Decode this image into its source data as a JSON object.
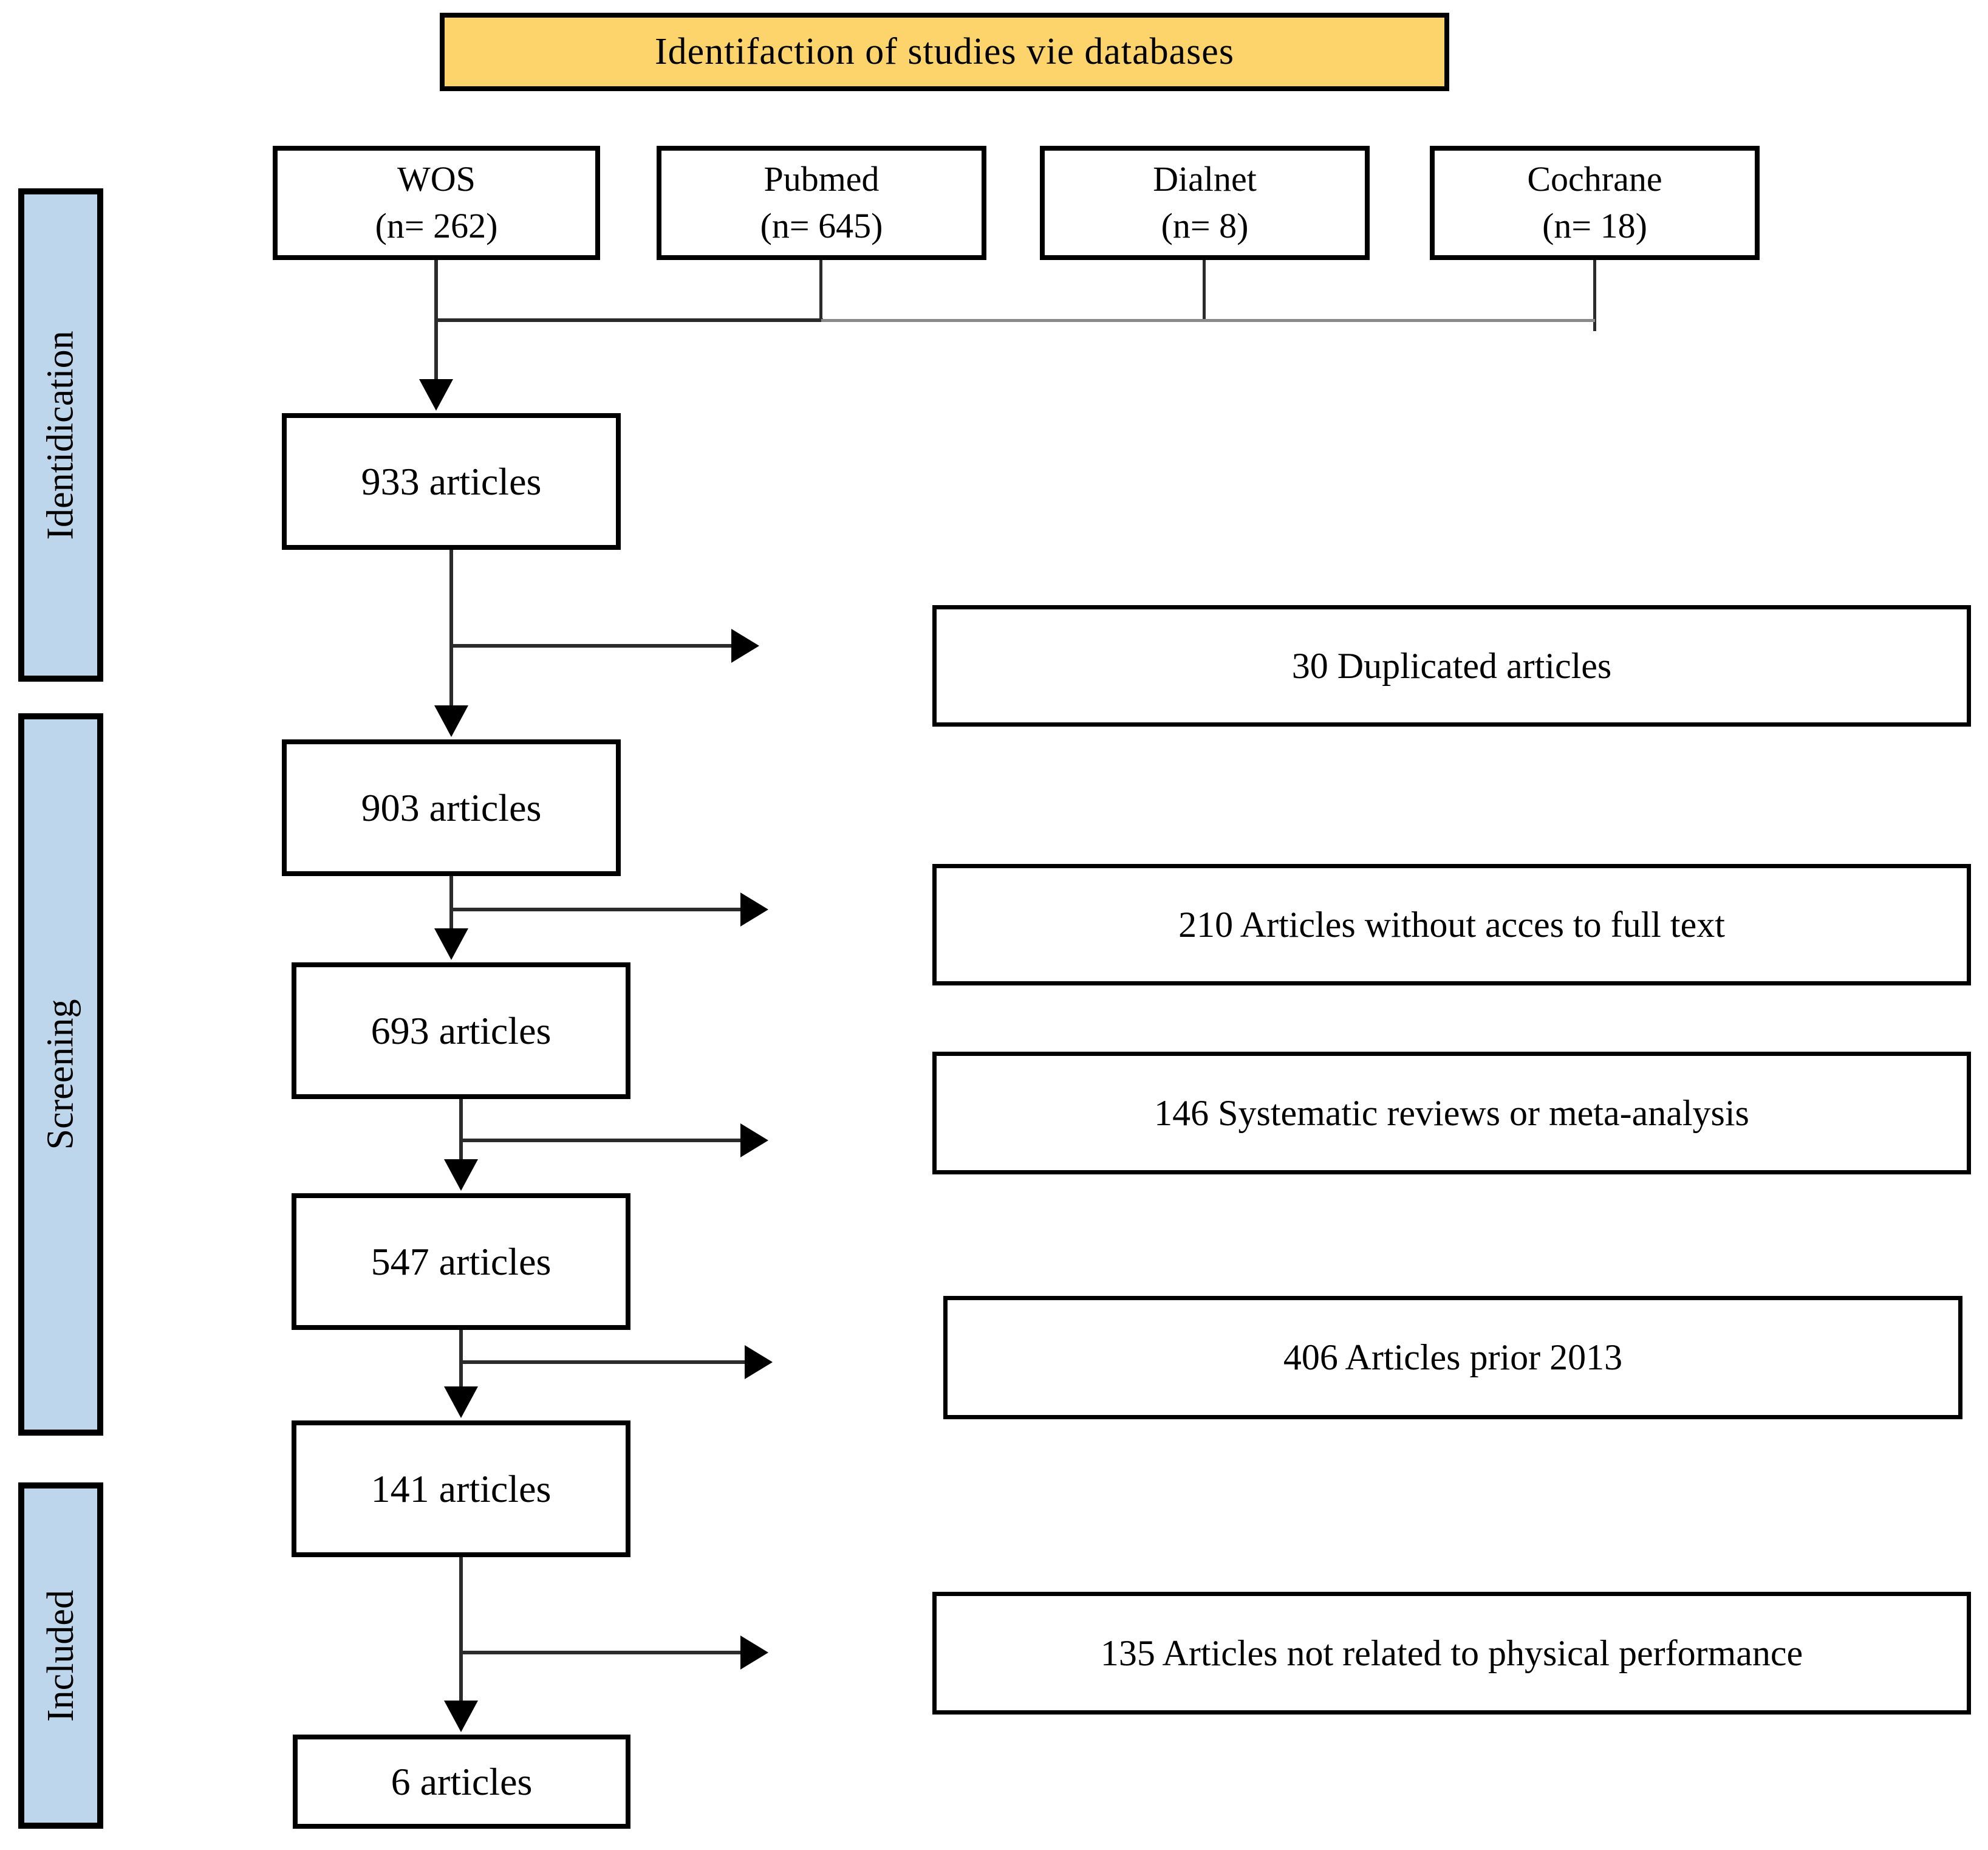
{
  "title": "Identifaction of studies vie databases",
  "sidebar": {
    "stages": [
      "Identidication",
      "Screening",
      "Included"
    ]
  },
  "databases": [
    {
      "name": "WOS",
      "count": "(n= 262)"
    },
    {
      "name": "Pubmed",
      "count": "(n= 645)"
    },
    {
      "name": "Dialnet",
      "count": "(n= 8)"
    },
    {
      "name": "Cochrane",
      "count": "(n= 18)"
    }
  ],
  "flow": [
    "933 articles",
    "903 articles",
    "693 articles",
    "547 articles",
    "141 articles",
    "6 articles"
  ],
  "exclusions": [
    "30 Duplicated articles",
    "210 Articles without acces to full text",
    "146 Systematic reviews or meta-analysis",
    "406 Articles prior 2013",
    "135 Articles not related to physical performance"
  ],
  "colors": {
    "title-bg": "#FCD46B",
    "stage-bg": "#BDD6EC",
    "line": "#2b2b2b",
    "border": "#000000",
    "box-bg": "#ffffff"
  }
}
